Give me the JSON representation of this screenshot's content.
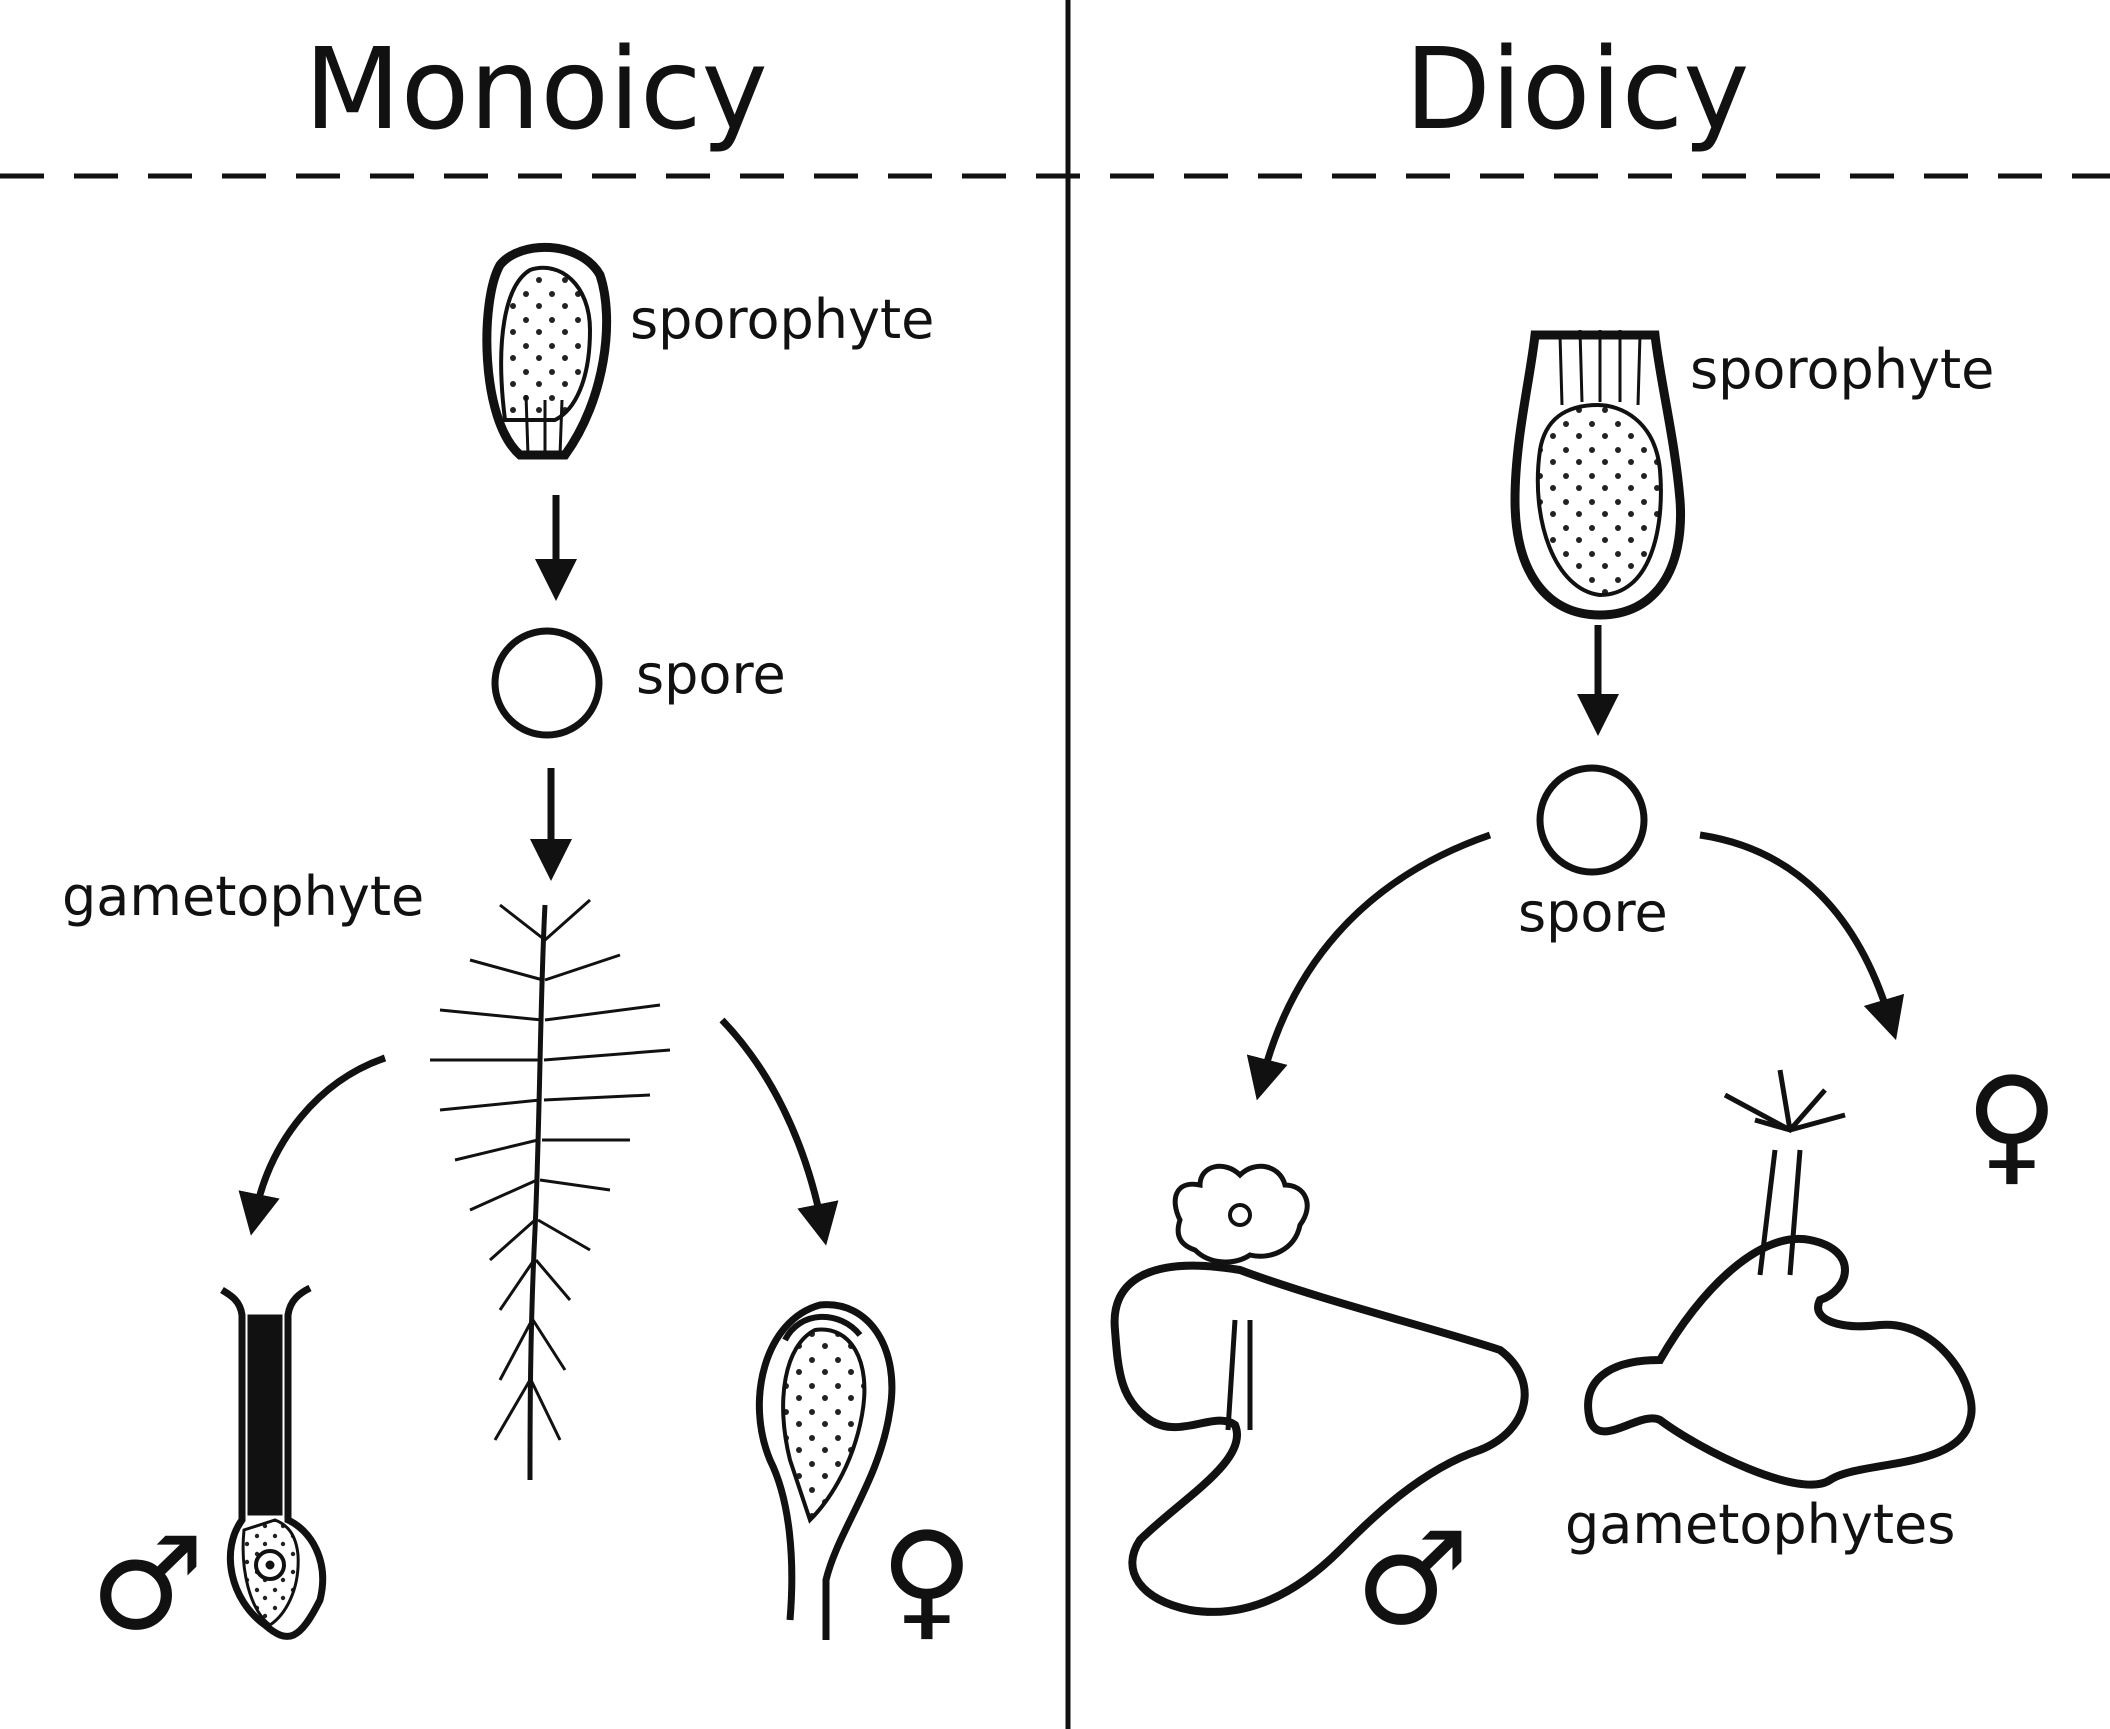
{
  "left_panel": {
    "title": "Monoicy",
    "labels": {
      "sporophyte": "sporophyte",
      "spore": "spore",
      "gametophyte": "gametophyte"
    },
    "symbols": {
      "male": "♂",
      "female": "♀"
    }
  },
  "right_panel": {
    "title": "Dioicy",
    "labels": {
      "sporophyte": "sporophyte",
      "spore": "spore",
      "gametophytes": "gametophytes"
    },
    "symbols": {
      "male": "♂",
      "female": "♀"
    }
  },
  "colors": {
    "ink": "#111111",
    "background": "#ffffff"
  }
}
